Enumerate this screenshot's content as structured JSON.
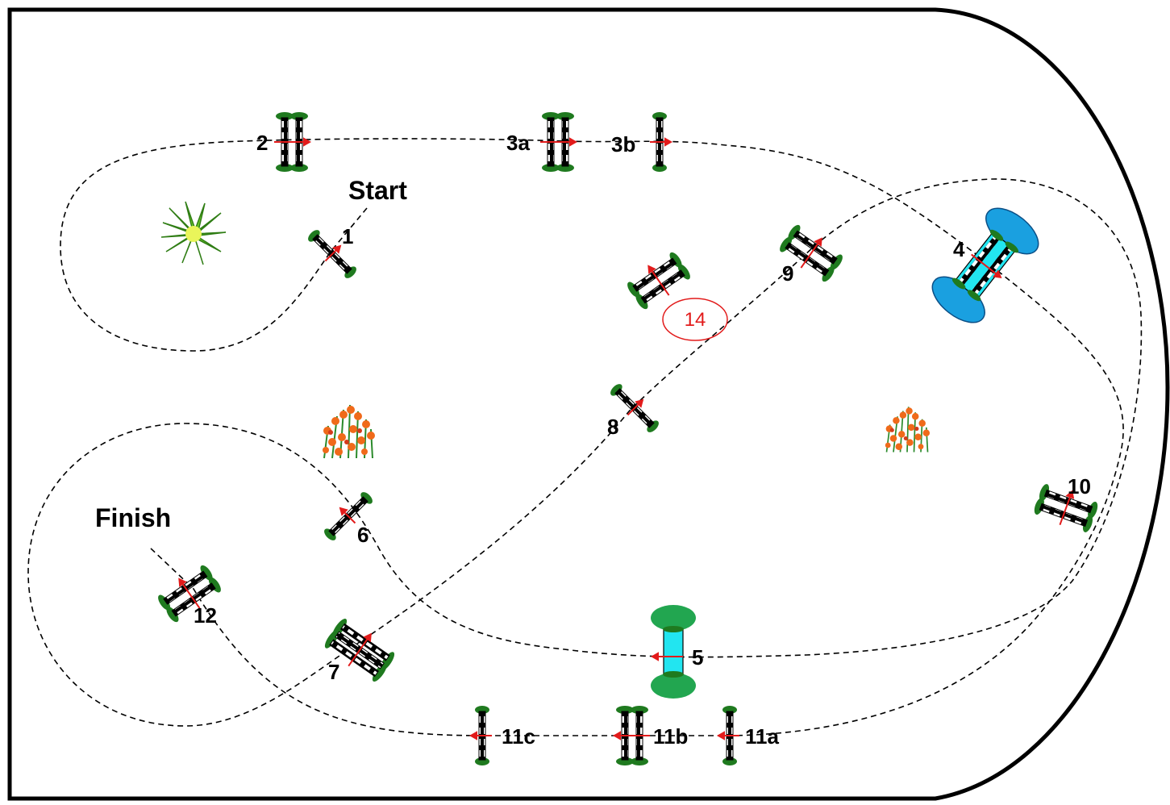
{
  "labels": {
    "start": "Start",
    "finish": "Finish",
    "f1": "1",
    "f2": "2",
    "f3a": "3a",
    "f3b": "3b",
    "f4": "4",
    "f5": "5",
    "f6": "6",
    "f7": "7",
    "f8": "8",
    "f9": "9",
    "f10": "10",
    "f11a": "11a",
    "f11b": "11b",
    "f11c": "11c",
    "f12": "12",
    "marker": "14"
  },
  "colors": {
    "stand": "#1f7a1f",
    "arrow": "#e21b1b",
    "water_blue": "#1aa0e0",
    "water_green": "#22a650",
    "cyan": "#22e5f0"
  }
}
